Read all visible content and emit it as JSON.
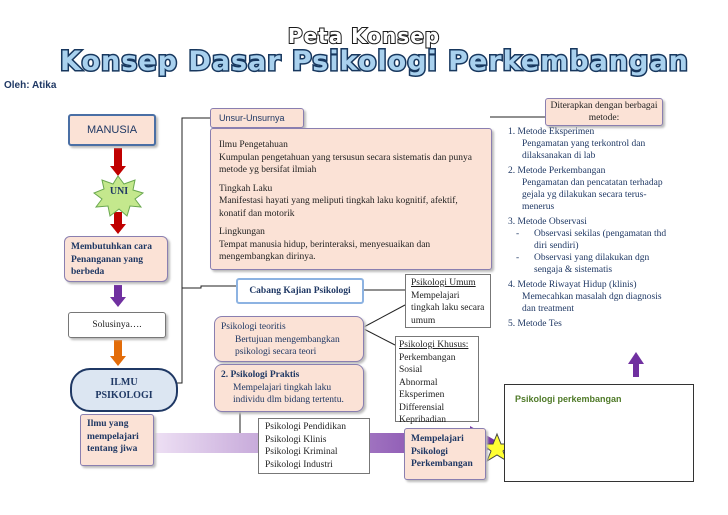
{
  "header": {
    "kicker": "Peta Konsep",
    "title": "Konsep Dasar Psikologi Perkembangan",
    "author": "Oleh: Atika"
  },
  "left_column": {
    "manusia": "MANUSIA",
    "uni": "UNI",
    "needs": "Membutuhkan cara Penanganan yang berbeda",
    "solution": "Solusinya….",
    "ilmu_psikologi": "ILMU PSIKOLOGI",
    "definition": "Ilmu yang mempelajari tentang jiwa"
  },
  "unsur": {
    "label": "Unsur-Unsurnya",
    "items": [
      {
        "title": "Ilmu Pengetahuan",
        "desc": "Kumpulan pengetahuan yang tersusun secara sistematis dan punya metode yg bersifat ilmiah"
      },
      {
        "title": "Tingkah Laku",
        "desc": "Manifestasi hayati yang meliputi tingkah laku kognitif, afektif, konatif dan motorik"
      },
      {
        "title": "Lingkungan",
        "desc": "Tempat manusia hidup, berinteraksi, menyesuaikan dan mengembangkan dirinya."
      }
    ]
  },
  "cabang": {
    "label": "Cabang Kajian Psikologi",
    "teoritis_title": "Psikologi teoritis",
    "teoritis_desc": "Bertujuan mengembangkan psikologi secara teori",
    "praktis_title": "2. Psikologi Praktis",
    "praktis_desc": "Mempelajari tingkah laku individu dlm bidang tertentu.",
    "umum_title": "Psikologi Umum",
    "umum_desc": "Mempelajari tingkah laku secara umum",
    "khusus_title": "Psikologi Khusus:",
    "khusus_items": [
      "Perkembangan",
      "Sosial",
      "Abnormal",
      "Eksperimen",
      "Differensial",
      "Kepribadian"
    ],
    "praktis_items": [
      "Psikologi Pendidikan",
      "Psikologi Klinis",
      "Psikologi Kriminal",
      "Psikologi Industri"
    ]
  },
  "metode": {
    "label": "Diterapkan dengan berbagai metode:",
    "m1": "1.  Metode Eksperimen",
    "m1_desc": "Pengamatan yang terkontrol dan dilaksanakan di lab",
    "m2": "2.  Metode Perkembangan",
    "m2_desc": "Pengamatan dan pencatatan terhadap gejala yg dilakukan secara terus-menerus",
    "m3": "3.  Metode Observasi",
    "m3_a": "Observasi sekilas (pengamatan thd diri sendiri)",
    "m3_b": "Observasi yang dilakukan dgn sengaja & sistematis",
    "m4": "4.  Metode Riwayat Hidup (klinis)",
    "m4_desc": "Memecahkan masalah dgn diagnosis dan treatment",
    "m5": "5.  Metode Tes",
    "dash": "-"
  },
  "result": {
    "mempelajari": "Mempelajari Psikologi Perkembangan",
    "perkembangan": "Psikologi perkembangan"
  }
}
